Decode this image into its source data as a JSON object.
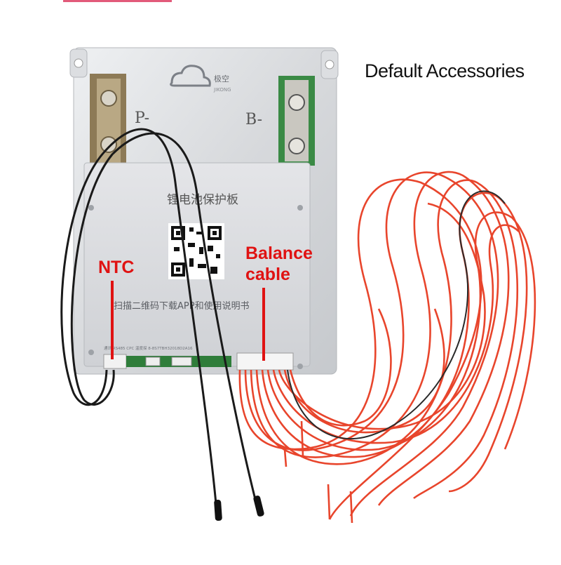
{
  "heading": "Default Accessories",
  "board": {
    "brand_text": "极空",
    "brand_sub": "JIKONG",
    "terminal_p": "P-",
    "terminal_b": "B-",
    "title_cn": "锂电池保护板",
    "scan_text": "扫描二维码下载APP和使用说明书",
    "connector_text": "通讯  RS485  CPC  温度探  8-8S7TBH32018D2A16"
  },
  "callouts": {
    "ntc": "NTC",
    "balance_line1": "Balance",
    "balance_line2": "cable"
  },
  "colors": {
    "accent_red": "#e01212",
    "wire_red": "#e8452c",
    "wire_black": "#1a1a1a",
    "board_silver": "#d9dbde"
  }
}
